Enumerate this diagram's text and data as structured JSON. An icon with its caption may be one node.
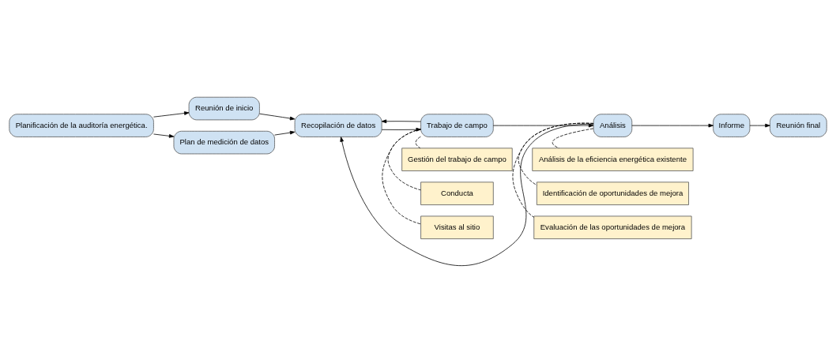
{
  "diagram": {
    "nodes": [
      {
        "text": [
          "Planificación de la auditoría energética."
        ]
      },
      {
        "text": [
          "Reunión de inicio"
        ]
      },
      {
        "text": [
          "Plan de medición de datos"
        ]
      },
      {
        "text": [
          "Recopilación de datos"
        ]
      },
      {
        "text": [
          "Trabajo de campo"
        ]
      },
      {
        "text": [
          "Análisis"
        ]
      },
      {
        "text": [
          "Informe"
        ]
      },
      {
        "text": [
          "Reunión final"
        ]
      },
      {
        "text": [
          "Gestión del trabajo de campo"
        ]
      },
      {
        "text": [
          "Conducta"
        ]
      },
      {
        "text": [
          "Visitas al sitio"
        ]
      },
      {
        "text": [
          "Análisis de la eficiencia energética existente"
        ]
      },
      {
        "text": [
          "Identificación de oportunidades de mejora"
        ]
      },
      {
        "text": [
          "Evaluación de las oportunidades de mejora"
        ]
      }
    ],
    "edges": [
      {
        "from": 0,
        "to": 1,
        "arrow": "to"
      },
      {
        "from": 0,
        "to": 2,
        "arrow": "to"
      },
      {
        "from": 1,
        "to": 3,
        "arrow": "to"
      },
      {
        "from": 2,
        "to": 3,
        "arrow": "to"
      },
      {
        "from": 3,
        "to": 4,
        "arrow": "to"
      },
      {
        "from": 4,
        "to": 3,
        "arrow": "to"
      },
      {
        "from": 5,
        "to": 3,
        "arrow": "to"
      },
      {
        "from": 4,
        "to": 5,
        "arrow": "to"
      },
      {
        "from": 5,
        "to": 6,
        "arrow": "to"
      },
      {
        "from": 6,
        "to": 7,
        "arrow": "to"
      },
      {
        "from": 4,
        "to": 8,
        "arrow": "none",
        "style": "dashed"
      },
      {
        "from": 4,
        "to": 9,
        "arrow": "none",
        "style": "dashed"
      },
      {
        "from": 4,
        "to": 10,
        "arrow": "none",
        "style": "dashed"
      },
      {
        "from": 5,
        "to": 11,
        "arrow": "none",
        "style": "dashed"
      },
      {
        "from": 5,
        "to": 12,
        "arrow": "none",
        "style": "dashed"
      },
      {
        "from": 5,
        "to": 13,
        "arrow": "none",
        "style": "dashed"
      }
    ]
  }
}
